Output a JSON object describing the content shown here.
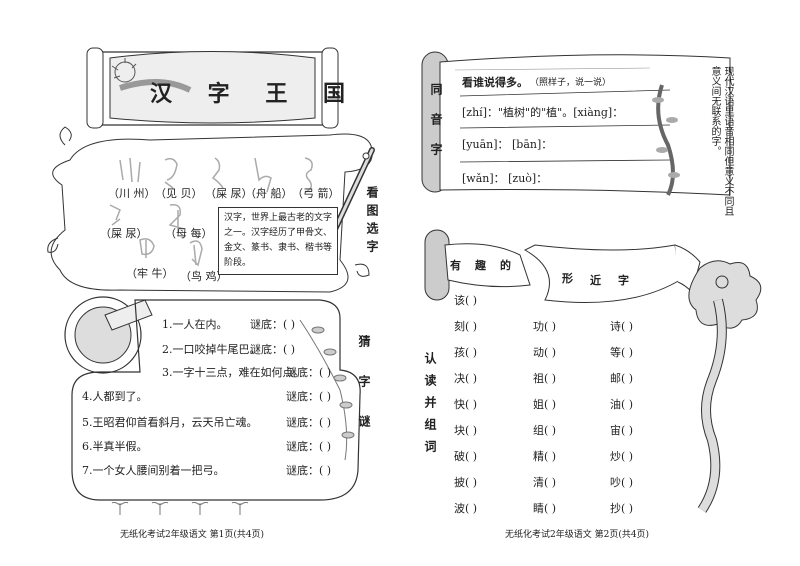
{
  "page1": {
    "title": "汉 字 王 国",
    "glyph_labels": [
      "（川 州）",
      "（见 贝）",
      "（屎 尿）",
      "（舟 船）",
      "（弓 箭）",
      "（屎 尿）",
      "（母 每）",
      "（牢 牛）",
      "（鸟 鸡）"
    ],
    "side_label_see": "看图选字",
    "info_box": "汉字，世界上最古老的文字之一。汉字经历了甲骨文、金文、篆书、隶书、楷书等阶段。",
    "side_label_riddle": "猜字谜",
    "riddles": [
      {
        "q": "1.一人在内。",
        "a": "谜底：(       )"
      },
      {
        "q": "2.一口咬掉牛尾巴。",
        "a": "谜底：(       )"
      },
      {
        "q": "3.一字十三点，难在如何点。",
        "a": "谜底：(       )"
      },
      {
        "q": "4.人都到了。",
        "a": "谜底：(       )"
      },
      {
        "q": "5.王昭君仰首看斜月，云天吊亡魂。",
        "a": "谜底：(       )"
      },
      {
        "q": "6.半真半假。",
        "a": "谜底：(       )"
      },
      {
        "q": "7.一个女人腰间别着一把弓。",
        "a": "谜底：(       )"
      }
    ],
    "footer": "无纸化考试2年级语文   第1页(共4页)"
  },
  "page2": {
    "homophone_label": "同音字",
    "homophone_title": "看谁说得多。",
    "homophone_hint": "（照样子，说一说）",
    "homophone_lines": [
      "[zhí]：\"植树\"的\"植\"。[xiàng]：",
      "[yuān]：                    [bān]：",
      "[wǎn]：                     [zuò]："
    ],
    "side_note": "现代汉语里语音相同但意义不同且意义间无联系的字。",
    "banner_words": [
      "有",
      "趣",
      "的",
      "形",
      "近",
      "字"
    ],
    "side_label_read": "认读并组词",
    "col1": [
      "该(      )",
      "刻(      )",
      "孩(      )",
      "决(      )",
      "快(      )",
      "块(      )",
      "破(      )",
      "披(      )",
      "波(      )"
    ],
    "col2": [
      "功(      )",
      "动(      )",
      "祖(      )",
      "姐(      )",
      "组(      )",
      "精(      )",
      "清(      )",
      "睛(      )"
    ],
    "col3": [
      "诗(      )",
      "等(      )",
      "邮(      )",
      "油(      )",
      "宙(      )",
      "炒(      )",
      "吵(      )",
      "抄(      )"
    ],
    "footer": "无纸化考试2年级语文   第2页(共4页)"
  },
  "colors": {
    "ink": "#222222",
    "gray": "#8a8a8a",
    "light": "#c8c8c8",
    "scroll": "#d8d8d8"
  }
}
